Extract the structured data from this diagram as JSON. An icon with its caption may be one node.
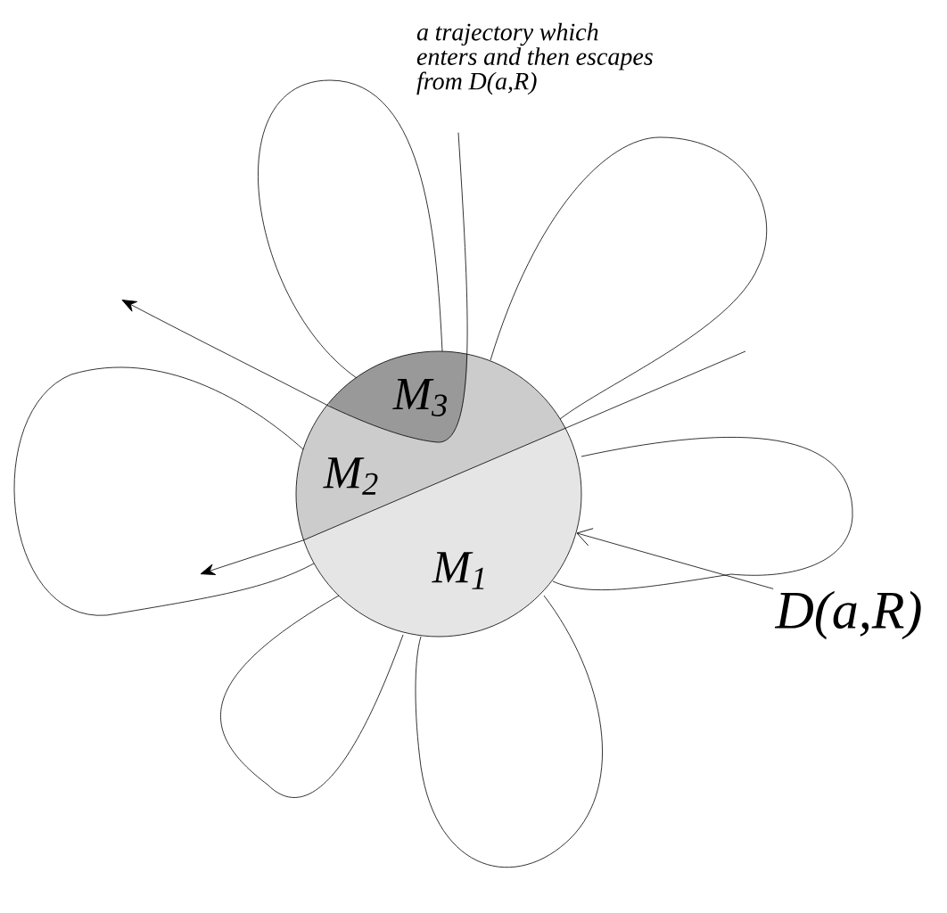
{
  "diagram": {
    "nodes": [
      {
        "text": [],
        "shape": "circle"
      },
      {
        "text": [
          "M$_{1}$"
        ],
        "in": 0
      },
      {
        "text": [
          "M$_{2}$"
        ],
        "in": 0
      },
      {
        "text": [
          "M$_{3}$"
        ],
        "in": 0
      },
      {
        "text": [
          "D(a,R)"
        ]
      },
      {
        "text": [
          "a trajectory which enters and then escapes from D(a,R)"
        ]
      }
    ],
    "edges": [
      {
        "from": 4,
        "to": 0,
        "arrow": "to"
      },
      {
        "from": 5,
        "to": null,
        "arrow": "to"
      }
    ]
  }
}
